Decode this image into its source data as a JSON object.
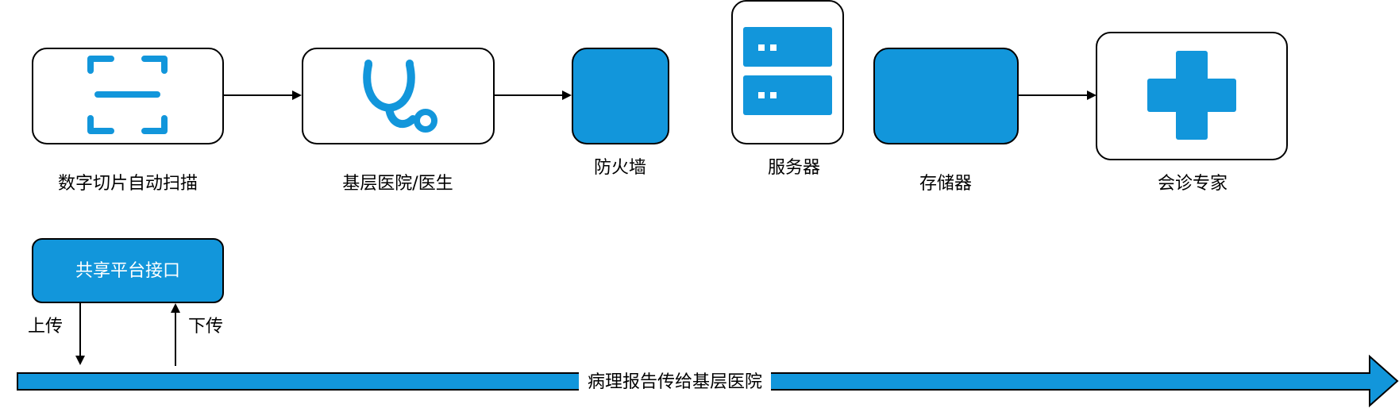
{
  "colors": {
    "accent": "#1296db",
    "stroke": "#000000",
    "background": "#ffffff"
  },
  "nodes": {
    "scanner": {
      "label": "数字切片自动扫描",
      "icon": "scan-icon"
    },
    "hospital": {
      "label": "基层医院/医生",
      "icon": "stethoscope-icon"
    },
    "firewall": {
      "label": "防火墙"
    },
    "server": {
      "label": "服务器",
      "icon": "server-icon"
    },
    "storage": {
      "label": "存储器"
    },
    "expert": {
      "label": "会诊专家",
      "icon": "medical-cross-icon"
    },
    "platform": {
      "label": "共享平台接口"
    }
  },
  "edges": {
    "upload": "上传",
    "download": "下传"
  },
  "band": {
    "label": "病理报告传给基层医院"
  }
}
